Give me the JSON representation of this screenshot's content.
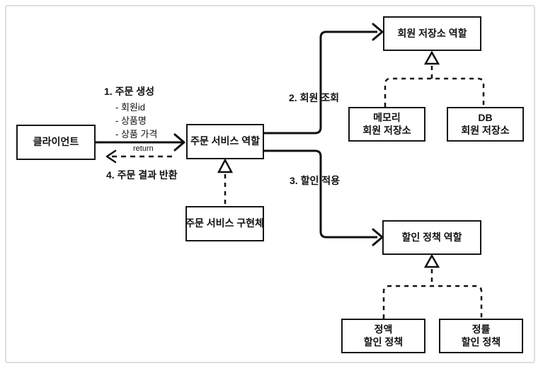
{
  "diagram": {
    "boxes": {
      "client": {
        "label": "클라이언트"
      },
      "order_service_role": {
        "label": "주문 서비스 역할"
      },
      "order_service_impl": {
        "label": "주문 서비스 구현체"
      },
      "member_repo_role": {
        "label": "회원 저장소 역할"
      },
      "memory_member_repo": {
        "line1": "메모리",
        "line2": "회원 저장소"
      },
      "db_member_repo": {
        "line1": "DB",
        "line2": "회원 저장소"
      },
      "discount_policy_role": {
        "label": "할인 정책 역할"
      },
      "fixed_discount_policy": {
        "line1": "정액",
        "line2": "할인 정책"
      },
      "rate_discount_policy": {
        "line1": "정률",
        "line2": "할인 정책"
      }
    },
    "labels": {
      "step1": "1. 주문 생성",
      "step1_items": [
        "- 회원id",
        "- 상품명",
        "- 상품 가격"
      ],
      "step2": "2. 회원 조회",
      "step3": "3. 할인 적용",
      "step4": "4. 주문 결과 반환",
      "return_note": "return"
    },
    "colors": {
      "line": "#111111",
      "box_border": "#161616",
      "box_fill": "#ffffff",
      "frame_border": "#dedede",
      "background": "#ffffff"
    }
  }
}
